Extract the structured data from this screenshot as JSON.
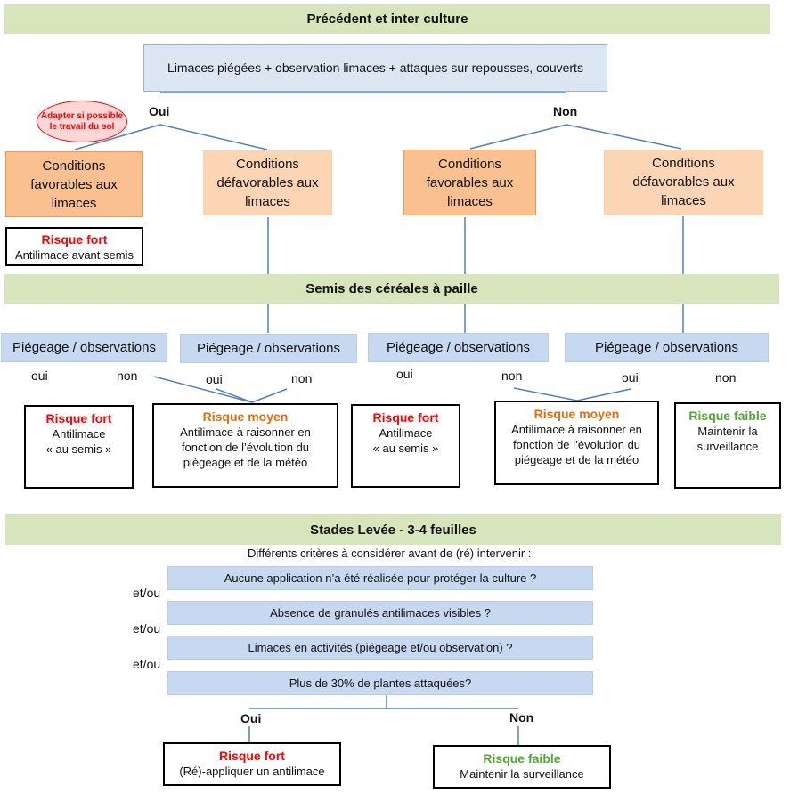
{
  "section1": {
    "title": "Précédent et inter culture",
    "question": "Limaces piégées + observation limaces + attaques sur repousses, couverts",
    "oui": "Oui",
    "non": "Non",
    "note": "Adapter si possible le travail du sol",
    "conditions": [
      "Conditions favorables aux limaces",
      "Conditions défavorables aux limaces",
      "Conditions favorables aux limaces",
      "Conditions défavorables aux limaces"
    ],
    "risk_box": {
      "title": "Risque fort",
      "text": "Antilimace avant semis"
    }
  },
  "section2": {
    "title": "Semis des céréales à paille",
    "piegeage": [
      "Piégeage / observations",
      "Piégeage / observations",
      "Piégeage / observations",
      "Piégeage / observations"
    ],
    "oui": "oui",
    "non": "non",
    "risks": [
      {
        "title": "Risque fort",
        "line1": "Antilimace",
        "line2": "« au semis »",
        "line3": ""
      },
      {
        "title": "Risque moyen",
        "line1": "Antilimace à raisonner en",
        "line2": "fonction de l’évolution du",
        "line3": "piégeage et de la météo"
      },
      {
        "title": "Risque fort",
        "line1": "Antilimace",
        "line2": "« au semis »",
        "line3": ""
      },
      {
        "title": "Risque moyen",
        "line1": "Antilimace à raisonner en",
        "line2": "fonction de l’évolution du",
        "line3": "piégeage et de la météo"
      },
      {
        "title": "Risque faible",
        "line1": "Maintenir la",
        "line2": "surveillance",
        "line3": ""
      }
    ]
  },
  "section3": {
    "title": "Stades Levée - 3-4 feuilles",
    "intro": "Différents critères à considérer avant de (ré) intervenir :",
    "criteria": [
      "Aucune application n’a été réalisée pour protéger la culture ?",
      "Absence de granulés antilimaces visibles ?",
      "Limaces en activités (piégeage et/ou observation) ?",
      "Plus de 30% de plantes attaquées?"
    ],
    "etou": "et/ou",
    "oui": "Oui",
    "non": "Non",
    "risk_oui": {
      "title": "Risque fort",
      "text": "(Ré)-appliquer un antilimace"
    },
    "risk_non": {
      "title": "Risque faible",
      "text": "Maintenir la surveillance"
    }
  },
  "colors": {
    "band": "#d8e4bc",
    "blue_light": "#dce6f2",
    "blue": "#c6d9f1",
    "orange_dark": "#fac090",
    "orange_light": "#fcd5b5",
    "line": "#4f81bd",
    "red": "#ff0000",
    "orange_text": "#e46c0a",
    "green_text": "#4ea72e"
  }
}
